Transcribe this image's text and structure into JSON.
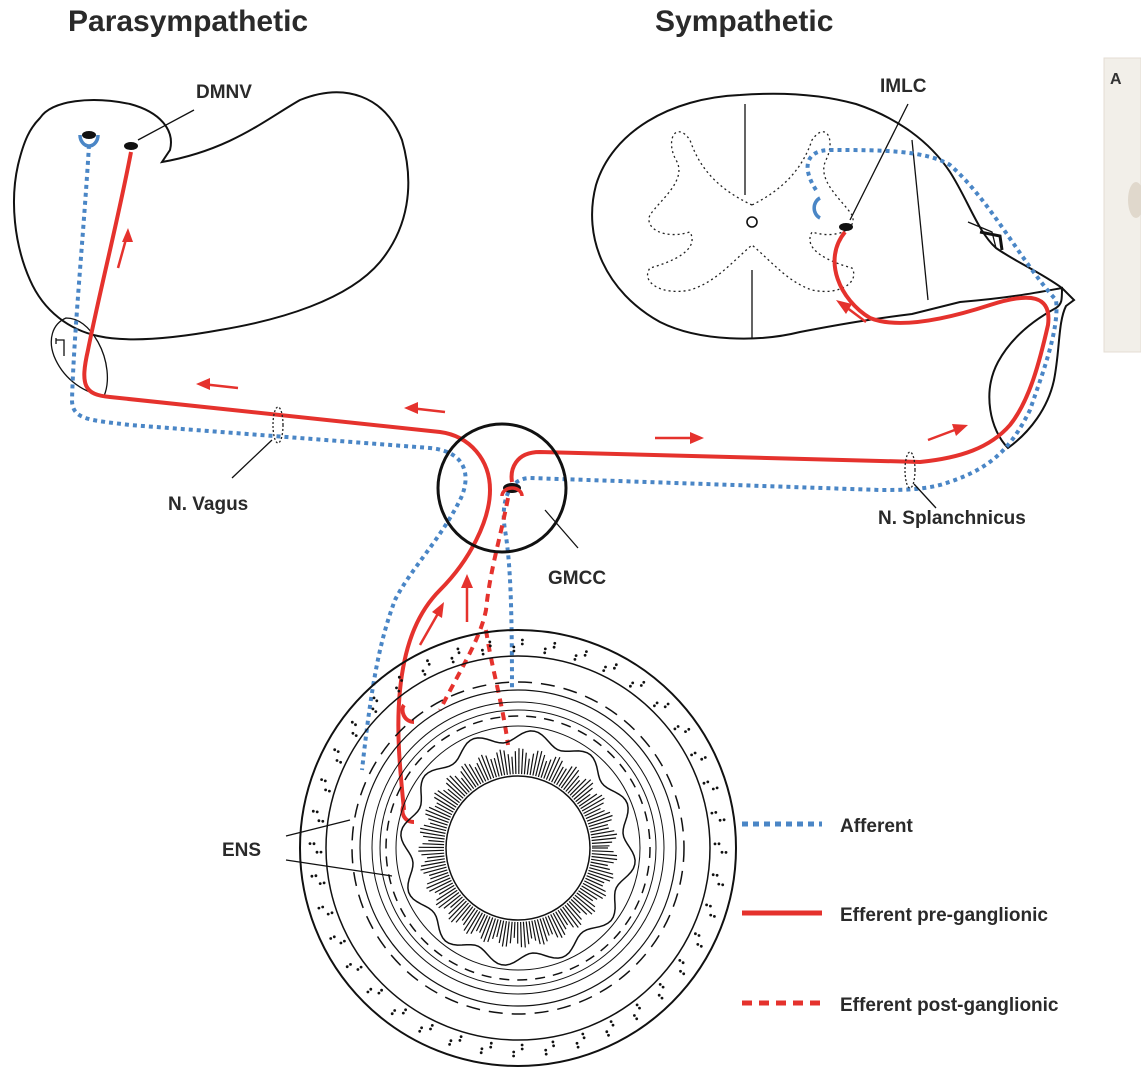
{
  "titles": {
    "parasympathetic": "Parasympathetic",
    "sympathetic": "Sympathetic"
  },
  "labels": {
    "dmnv": "DMNV",
    "imlc": "IMLC",
    "vagus": "N. Vagus",
    "splanchnicus": "N. Splanchnicus",
    "gmcc": "GMCC",
    "ens": "ENS",
    "corner": "A"
  },
  "legend": {
    "afferent": "Afferent",
    "efferent_pre": "Efferent pre-ganglionic",
    "efferent_post": "Efferent post-ganglionic"
  },
  "colors": {
    "afferent": "#4a86c6",
    "efferent": "#e5322d",
    "outline": "#111111"
  }
}
